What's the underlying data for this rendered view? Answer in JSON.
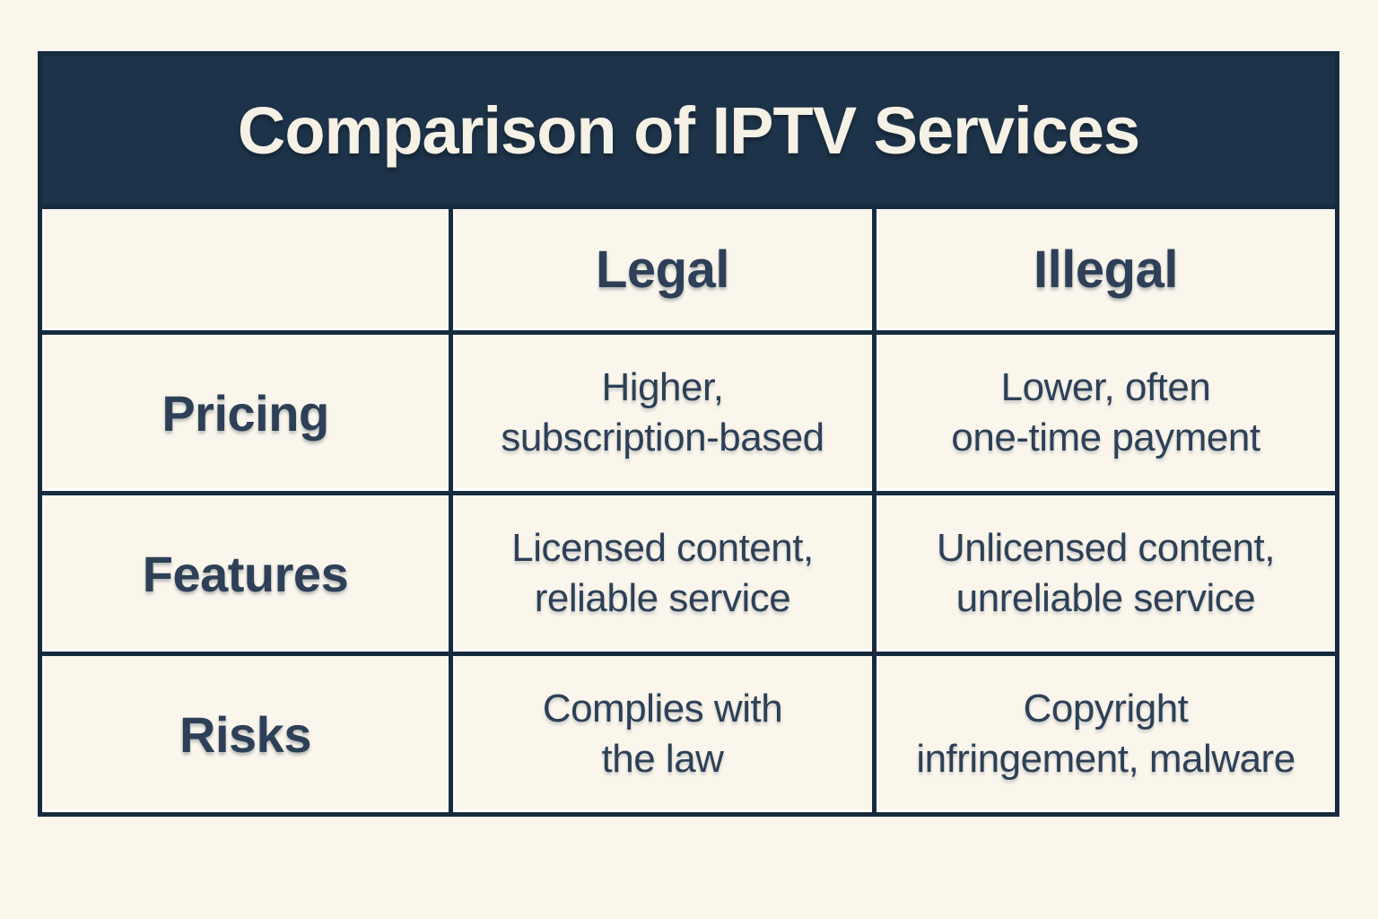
{
  "page": {
    "background_color": "#faf6ec"
  },
  "chart_data": {
    "type": "table",
    "title": "Comparison of IPTV Services",
    "columns": [
      "",
      "Legal",
      "Illegal"
    ],
    "rows": [
      [
        "Pricing",
        "Higher, subscription-based",
        "Lower, often one-time payment"
      ],
      [
        "Features",
        "Licensed content, reliable service",
        "Unlicensed content, unreliable service"
      ],
      [
        "Risks",
        "Complies with the law",
        "Copyright infringement, malware"
      ]
    ],
    "legend_position": "none",
    "grid": "on"
  },
  "table": {
    "title": "Comparison of IPTV Services",
    "columns": {
      "legal": "Legal",
      "illegal": "Illegal"
    },
    "rows": [
      {
        "label": "Pricing",
        "legal": [
          "Higher,",
          "subscription-based"
        ],
        "illegal": [
          "Lower, often",
          "one-time payment"
        ]
      },
      {
        "label": "Features",
        "legal": [
          "Licensed content,",
          "reliable service"
        ],
        "illegal": [
          "Unlicensed content,",
          "unreliable service"
        ]
      },
      {
        "label": "Risks",
        "legal": [
          "Complies with",
          "the law"
        ],
        "illegal": [
          "Copyright",
          "infringement, malware"
        ]
      }
    ],
    "colors": {
      "header_band": "#1d3349",
      "border": "#172b3f",
      "cell_background": "#faf6ec",
      "text": "#2d4057",
      "title_text": "#f5f1e5"
    }
  }
}
